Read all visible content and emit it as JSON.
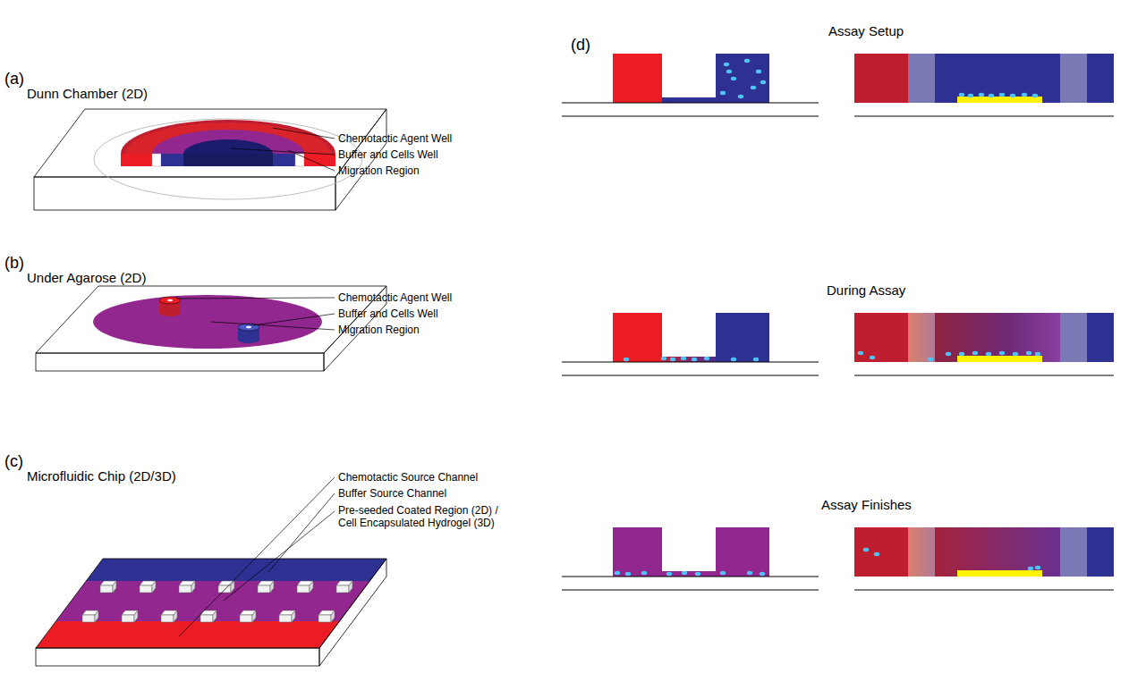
{
  "diagram": {
    "labels": [
      "(a)",
      "Dunn Chamber (2D)",
      "Chemotactic Agent Well",
      "Buffer and Cells Well",
      "Migration Region",
      "(b)",
      "Under Agarose (2D)",
      "Chemotactic Agent Well",
      "Buffer and Cells Well",
      "Migration Region",
      "(c)",
      "Microfluidic Chip (2D/3D)",
      "Chemotactic Source Channel",
      "Buffer Source Channel",
      "Pre-seeded Coated Region (2D) / Cell Encapsulated Hydrogel (3D)",
      "(d)",
      "Assay Setup",
      "During Assay",
      "Assay Finishes"
    ]
  }
}
